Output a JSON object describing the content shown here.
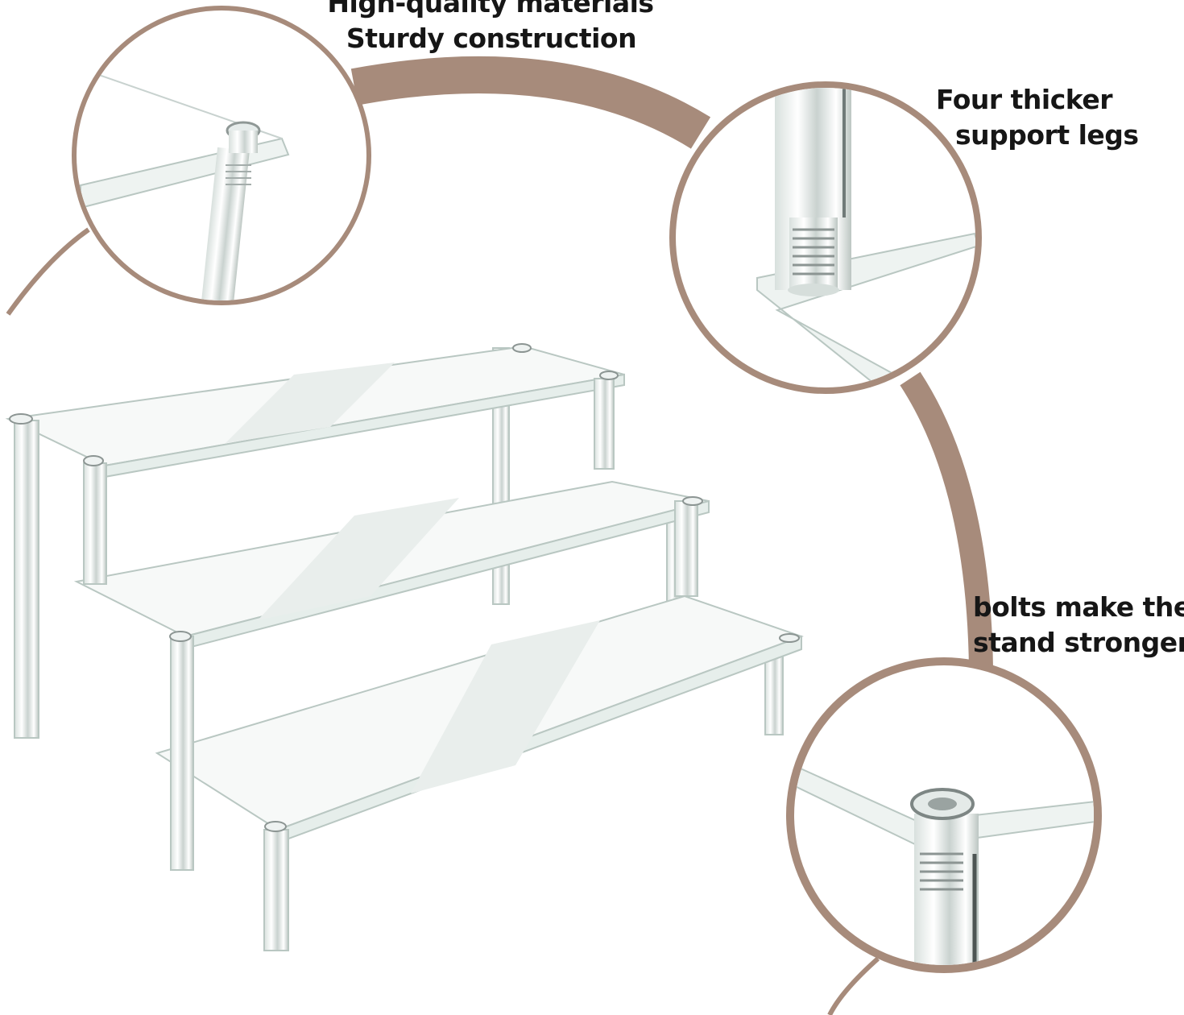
{
  "colors": {
    "arc": "#a78b7b",
    "background": "#ffffff",
    "text": "#161616",
    "acrylic_edge": "#b9c7c2",
    "acrylic_fill": "#f3f6f5"
  },
  "captions": {
    "materials": {
      "line1": "High-quality materials",
      "line2": "Sturdy construction"
    },
    "legs": {
      "line1": "Four thicker",
      "line2": "support legs"
    },
    "bolts": {
      "line1": "bolts make the",
      "line2": "stand stronger"
    }
  },
  "product": {
    "name_icon": "three-tier-acrylic-riser",
    "tiers": 3
  },
  "zoom_details": [
    {
      "icon": "corner-bolt-closeup"
    },
    {
      "icon": "support-leg-closeup"
    },
    {
      "icon": "threaded-bolt-closeup"
    }
  ]
}
